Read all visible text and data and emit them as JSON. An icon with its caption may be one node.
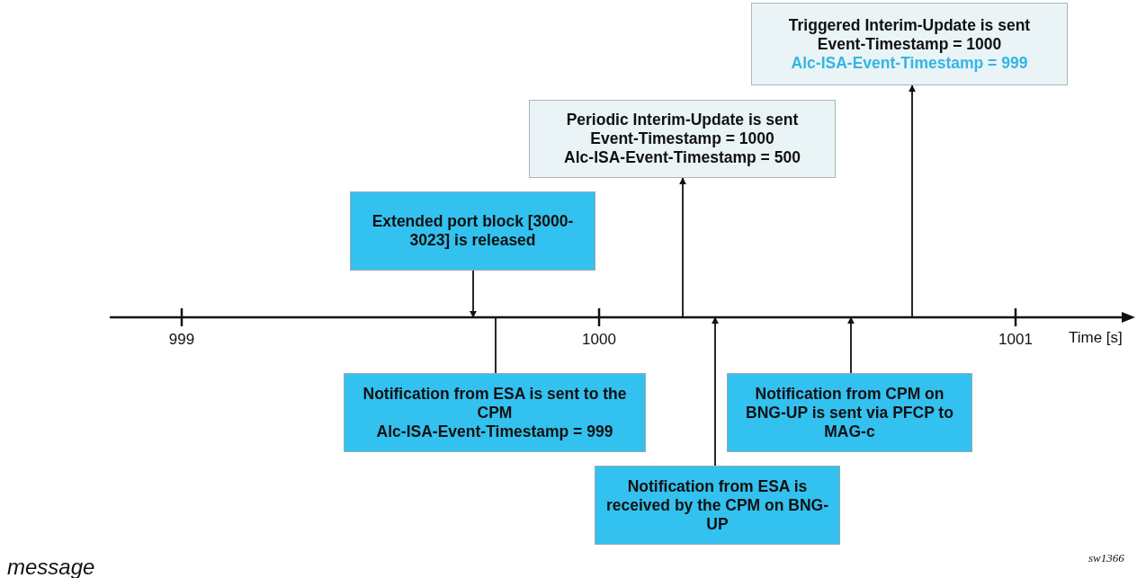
{
  "diagram": {
    "nodes": [
      {
        "text": [
          "Triggered Interim-Update is sent",
          "Event-Timestamp = 1000",
          "Alc-ISA-Event-Timestamp = 999"
        ]
      },
      {
        "text": [
          "Periodic Interim-Update is sent",
          "Event-Timestamp = 1000",
          "Alc-ISA-Event-Timestamp = 500"
        ]
      },
      {
        "text": [
          "Extended port block [3000-3023] is released"
        ]
      },
      {
        "text": [
          "Notification from ESA is sent to the CPM",
          "Alc-ISA-Event-Timestamp = 999"
        ]
      },
      {
        "text": [
          "Notification from CPM on BNG-UP is sent via PFCP to MAG-c"
        ]
      },
      {
        "text": [
          "Notification from ESA is received by the CPM on BNG-UP"
        ]
      }
    ],
    "edges": [
      {
        "from": null,
        "to": 0,
        "arrow": "to"
      },
      {
        "from": null,
        "to": 1,
        "arrow": "to"
      },
      {
        "from": 2,
        "to": null,
        "arrow": "to"
      },
      {
        "from": 3,
        "to": null,
        "arrow": "none"
      },
      {
        "from": 4,
        "to": null,
        "arrow": "to"
      },
      {
        "from": 5,
        "to": null,
        "arrow": "to"
      }
    ],
    "labels": [
      "999",
      "1000",
      "1001",
      "Time [s]",
      "message",
      "sw1366"
    ]
  }
}
